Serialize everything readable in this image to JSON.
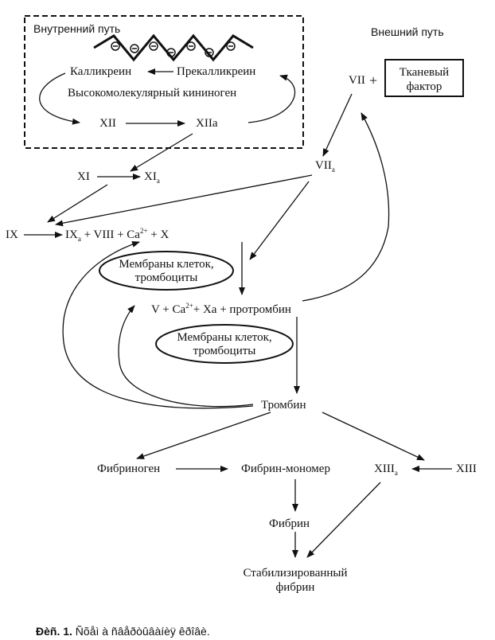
{
  "intrinsic": {
    "title": "Внутренний путь",
    "kallikrein": "Калликреин",
    "prekallikrein": "Прекалликреин",
    "hmwk": "Высокомолекулярный кининоген",
    "xii": "XII",
    "xiia": "XIIa"
  },
  "extrinsic": {
    "title": "Внешний путь",
    "vii": "VII",
    "plus": "+",
    "tissue_factor_line1": "Тканевый",
    "tissue_factor_line2": "фактор",
    "viia_base": "VII",
    "viia_sub": "a"
  },
  "factors": {
    "xi": "XI",
    "xia_base": "XI",
    "xia_sub": "a",
    "ix": "IX",
    "ixa_base": "IX",
    "ixa_sub": "a",
    "ixa_rest_a": " + VIII + Ca",
    "ca_sup": "2+",
    "ixa_rest_b": " + X",
    "membranes1_line1": "Мембраны клеток,",
    "membranes1_line2": "тромбоциты",
    "prothrombin_a": "V + Ca",
    "prothrombin_sup": "2+",
    "prothrombin_b": "+ Xa + протромбин",
    "membranes2_line1": "Мембраны клеток,",
    "membranes2_line2": "тромбоциты",
    "thrombin": "Тромбин"
  },
  "fibrin": {
    "fibrinogen": "Фибриноген",
    "monomer": "Фибрин-мономер",
    "xiiia_base": "XIII",
    "xiiia_sub": "a",
    "xiii": "XIII",
    "fibrin": "Фибрин",
    "stabilized_line1": "Стабилизированный",
    "stabilized_line2": "фибрин"
  },
  "caption": {
    "label": "Ðèñ. 1.",
    "text": "Ñõåì à ñâåðòûâàíèÿ êðîâè."
  }
}
